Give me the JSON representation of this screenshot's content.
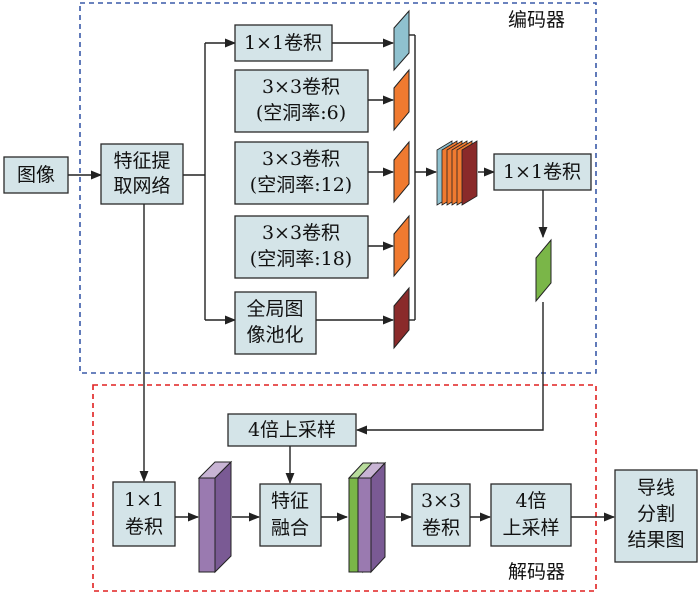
{
  "regions": {
    "encoder_label": "编码器",
    "decoder_label": "解码器"
  },
  "boxes": {
    "input_image": "图像",
    "feature_extraction": [
      "特征提",
      "取网络"
    ],
    "conv1x1_branch": "1×1卷积",
    "conv3x3_rate6": [
      "3×3卷积",
      "(空洞率:6)"
    ],
    "conv3x3_rate12": [
      "3×3卷积",
      "(空洞率:12)"
    ],
    "conv3x3_rate18": [
      "3×3卷积",
      "(空洞率:18)"
    ],
    "global_pooling": [
      "全局图",
      "像池化"
    ],
    "conv1x1_encoder": "1×1卷积",
    "upsample4x_top": "4倍上采样",
    "conv1x1_decoder": [
      "1×1",
      "卷积"
    ],
    "feature_fusion": [
      "特征",
      "融合"
    ],
    "conv3x3_decoder": [
      "3×3",
      "卷积"
    ],
    "upsample4x_final": [
      "4倍",
      "上采样"
    ],
    "result": [
      "导线",
      "分割",
      "结果图"
    ]
  },
  "colors": {
    "box_fill": "#d4e4e8",
    "encoder_border": "#3a5aa8",
    "decoder_border": "#e02020",
    "blue_feature": "#8fc1cf",
    "orange_feature": "#f07a30",
    "darkred_feature": "#8a2a2a",
    "green_feature": "#7ab648",
    "purple_feature": "#9a7ab0"
  }
}
